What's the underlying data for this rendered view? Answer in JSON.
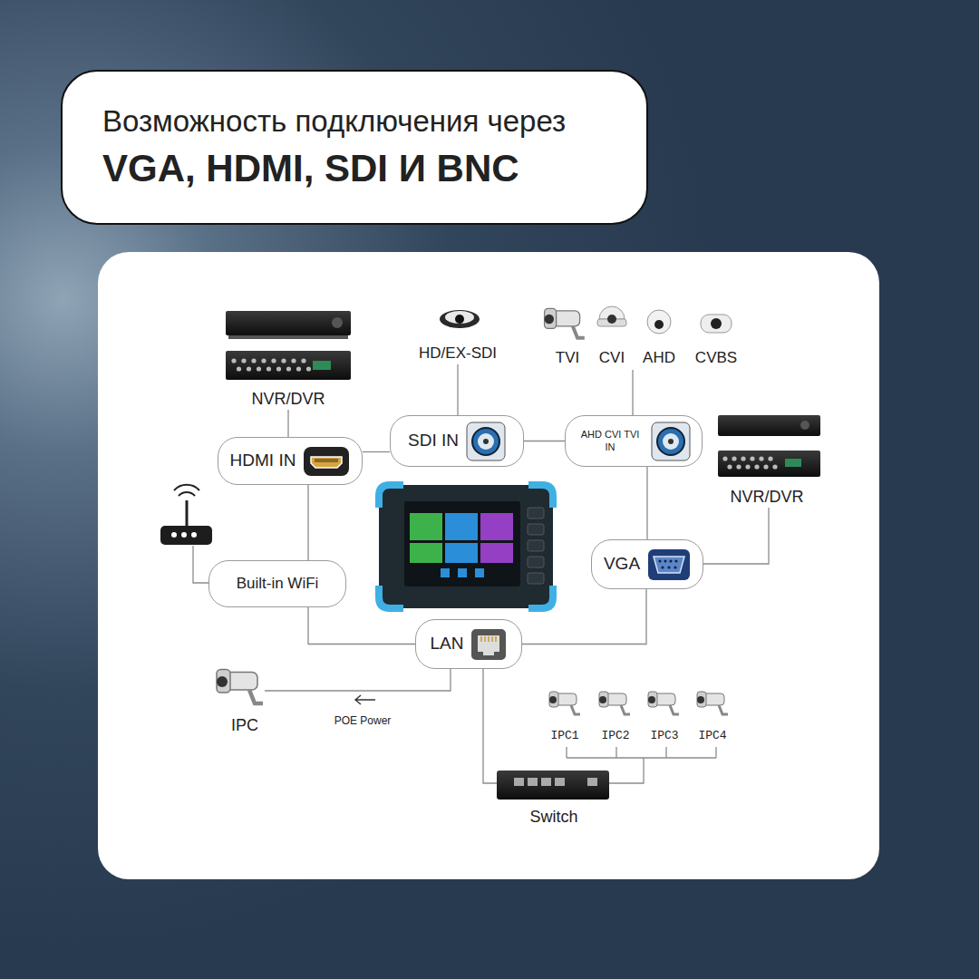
{
  "diagram": {
    "nodes": [
      {
        "text": [
          "Возможность подключения через",
          "VGA, HDMI, SDI И BNC"
        ]
      },
      {
        "text": [
          "SDI IN"
        ]
      },
      {
        "text": [
          "AHD CVI TVI IN"
        ]
      },
      {
        "text": [
          "HDMI IN"
        ]
      },
      {
        "text": [
          "VGA"
        ]
      },
      {
        "text": [
          "Built-in WiFi"
        ]
      },
      {
        "text": [
          "LAN"
        ]
      }
    ],
    "edges": [
      {
        "from": 3,
        "to": 1,
        "arrow": "none"
      },
      {
        "from": 1,
        "to": 2,
        "arrow": "none"
      },
      {
        "from": 3,
        "to": 5,
        "arrow": "none"
      },
      {
        "from": 5,
        "to": 6,
        "arrow": "none"
      },
      {
        "from": 2,
        "to": 4,
        "arrow": "none"
      },
      {
        "from": 4,
        "to": 6,
        "arrow": "none"
      }
    ],
    "labels": [
      "NVR/DVR",
      "HD/EX-SDI",
      "TVI",
      "CVI",
      "AHD",
      "CVBS",
      "NVR/DVR",
      "IPC",
      "POE Power",
      "IPC1",
      "IPC2",
      "IPC3",
      "IPC4",
      "Switch"
    ]
  }
}
